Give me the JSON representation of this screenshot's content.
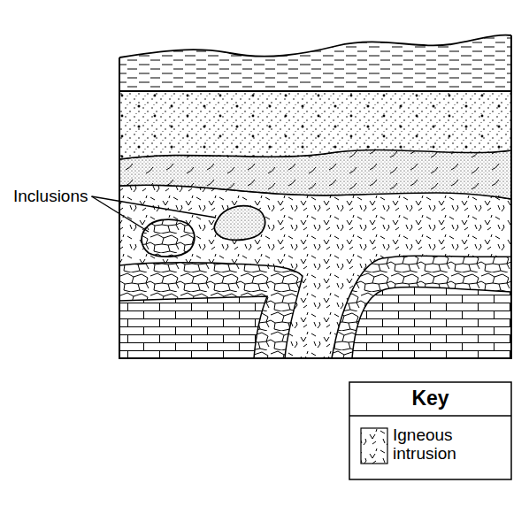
{
  "diagram": {
    "labels": [
      "Inclusions",
      "Key"
    ],
    "legend": [
      {
        "text": "Igneous intrusion"
      }
    ]
  }
}
